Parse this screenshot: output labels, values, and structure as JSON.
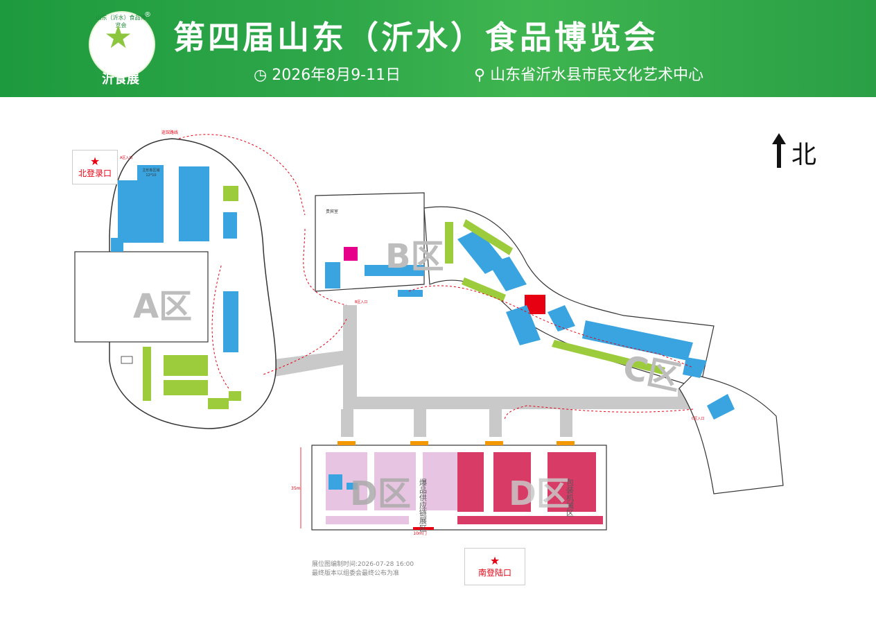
{
  "header": {
    "title": "第四届山东（沂水）食品博览会",
    "date": "2026年8月9-11日",
    "location": "山东省沂水县市民文化艺术中心",
    "logo_name": "沂食展",
    "logo_ring_text": "山东（沂水）食品博览会",
    "registered_mark": "®",
    "colors": {
      "header_green": "#2fa84a",
      "accent_red": "#e60012"
    }
  },
  "map": {
    "compass_label": "北",
    "zones": {
      "a": "A区",
      "b": "B区",
      "c": "C区",
      "d1": "D区",
      "d2": "D区"
    },
    "entrances": {
      "north": "北登录口",
      "south": "南登陆口"
    },
    "route_label": "巡馆路线",
    "vip_room": "贵宾室",
    "zone_a_main": "主形象区域",
    "zone_a_main_size": "12*10",
    "d_section_1": "爆品供应链展区",
    "d_section_2": "包装机械区",
    "d_side_label": "35m",
    "d_gate_label": "10m门",
    "a_entrance": "A区入口",
    "b_entrance": "B区入口",
    "c_entrance": "C区入口"
  },
  "footer": {
    "note_line1": "展位图编制时间:2026-07-28  16:00",
    "note_line2": "最终版本以组委会最终公布为准"
  }
}
